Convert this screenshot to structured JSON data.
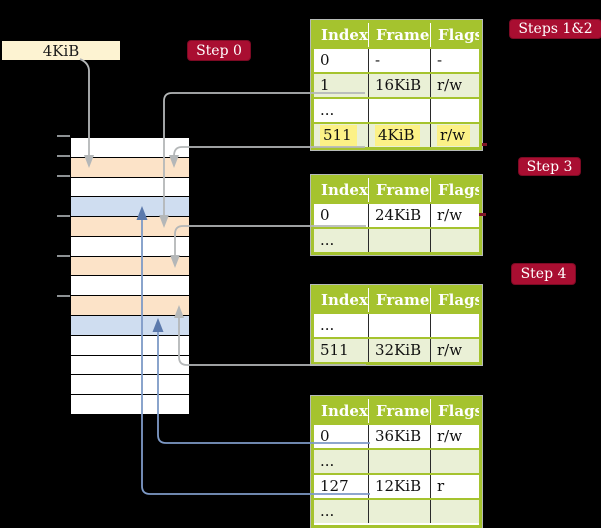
{
  "frame_size_label": "4KiB",
  "steps": {
    "step0": "Step 0",
    "steps12": "Steps 1&2",
    "step3": "Step 3",
    "step4": "Step 4"
  },
  "tables": [
    {
      "name": "page-table-steps-1-2",
      "headers": [
        "Index",
        "Frame",
        "Flags"
      ],
      "rows": [
        [
          "0",
          "-",
          "-"
        ],
        [
          "1",
          "16KiB",
          "r/w"
        ],
        [
          "...",
          "",
          ""
        ],
        [
          "511",
          "4KiB",
          "r/w"
        ]
      ],
      "highlighted_row": 3
    },
    {
      "name": "page-table-step-3",
      "headers": [
        "Index",
        "Frame",
        "Flags"
      ],
      "rows": [
        [
          "0",
          "24KiB",
          "r/w"
        ],
        [
          "...",
          "",
          ""
        ]
      ]
    },
    {
      "name": "page-table-step-4-upper",
      "headers": [
        "Index",
        "Frame",
        "Flags"
      ],
      "rows": [
        [
          "...",
          "",
          ""
        ],
        [
          "511",
          "32KiB",
          "r/w"
        ]
      ]
    },
    {
      "name": "page-table-step-4-lower",
      "headers": [
        "Index",
        "Frame",
        "Flags"
      ],
      "rows": [
        [
          "0",
          "36KiB",
          "r/w"
        ],
        [
          "...",
          "",
          ""
        ],
        [
          "127",
          "12KiB",
          "r"
        ],
        [
          "...",
          "",
          ""
        ]
      ]
    }
  ],
  "memory": {
    "row_colors": [
      "white",
      "orange",
      "white",
      "blue",
      "orange",
      "white",
      "orange",
      "white",
      "orange",
      "blue",
      "white",
      "white",
      "white",
      "white"
    ]
  },
  "colors": {
    "table_header_green": "#a5c32e",
    "table_row_green": "#eaf0d6",
    "badge_red": "#a90e31",
    "cream_box": "#fdf3d2",
    "memory_orange": "#fce3c8",
    "memory_blue": "#cfddf0",
    "highlight_yellow": "#fcf186",
    "arrow_gray": "#b4b7b8",
    "arrow_blue": "#7e9ac7"
  }
}
